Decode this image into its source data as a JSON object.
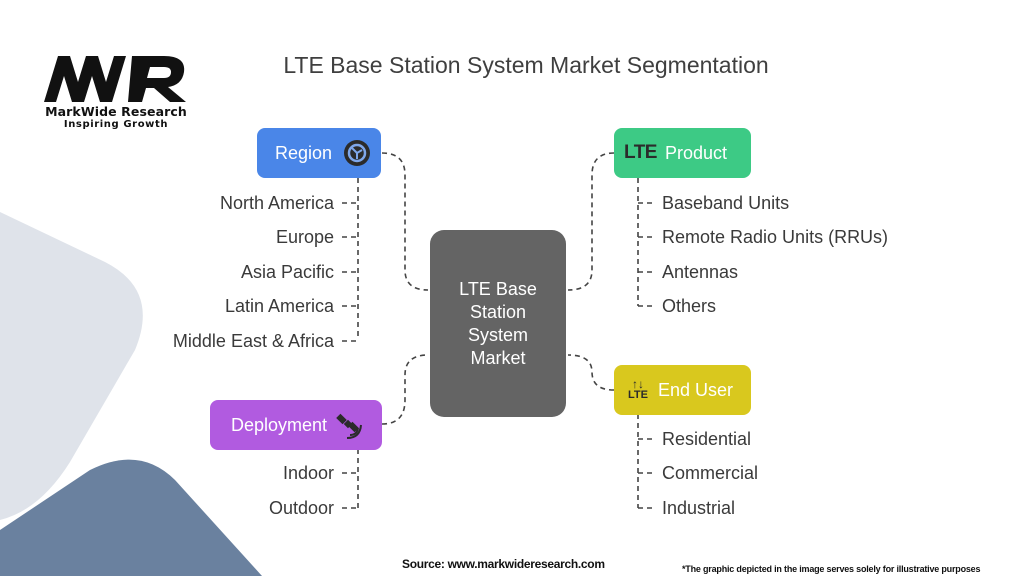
{
  "logo": {
    "mark": "MWR",
    "brand": "MarkWide Research",
    "tagline": "Inspiring Growth"
  },
  "title": "LTE Base Station System Market Segmentation",
  "center": {
    "label": "LTE Base Station System Market"
  },
  "segments": {
    "region": {
      "label": "Region",
      "icon": "globe-icon",
      "color": "#4a86e8",
      "items": [
        "North America",
        "Europe",
        "Asia Pacific",
        "Latin America",
        "Middle East & Africa"
      ]
    },
    "deployment": {
      "label": "Deployment",
      "icon": "satellite-icon",
      "color": "#b15be0",
      "items": [
        "Indoor",
        "Outdoor"
      ]
    },
    "product": {
      "label": "Product",
      "icon": "lte-icon",
      "icon_text": "LTE",
      "color": "#3dca85",
      "items": [
        "Baseband Units",
        "Remote Radio Units (RRUs)",
        "Antennas",
        "Others"
      ]
    },
    "end_user": {
      "label": "End User",
      "icon": "lte-arrows-icon",
      "icon_text": "LTE",
      "color": "#d9c81e",
      "items": [
        "Residential",
        "Commercial",
        "Industrial"
      ]
    }
  },
  "footer": {
    "source": "Source: www.markwideresearch.com",
    "disclaimer": "*The graphic depicted in the image serves solely for illustrative purposes"
  }
}
